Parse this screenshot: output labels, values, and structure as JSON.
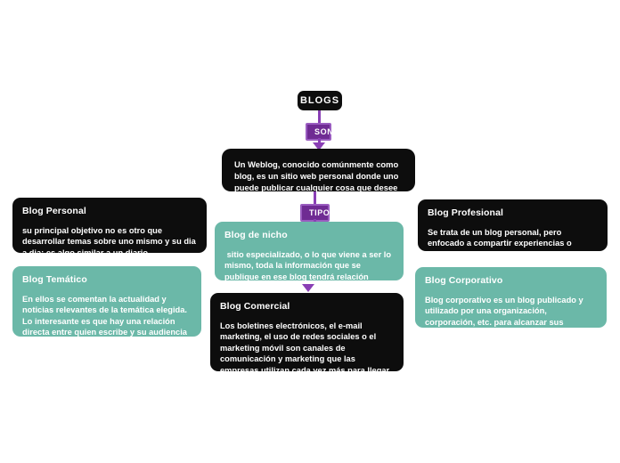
{
  "diagram": {
    "type": "mind-map",
    "root": {
      "label": "BLOGS"
    },
    "connector_labels": {
      "son": "SON",
      "tipos": "TIPOS"
    },
    "definition": {
      "text": "Un Weblog, conocido comúnmente como blog, es un sitio web personal donde uno puede publicar cualquier cosa que desee compartir con otros"
    },
    "nodes": [
      {
        "id": "blog-personal",
        "title": "Blog Personal",
        "body": "su principal objetivo no es otro que desarrollar temas sobre uno mismo y su dia a dia; es algo similar a un diario",
        "style": "dark"
      },
      {
        "id": "blog-tematico",
        "title": "Blog Temático",
        "body": "En ellos se comentan la actualidad y noticias relevantes de la temática elegida. Lo interesante es que hay una relación directa entre quien escribe y su audiencia sin que medie entre ellos el papel del editor",
        "style": "teal"
      },
      {
        "id": "blog-de-nicho",
        "title": "Blog de nicho",
        "body": " sitio especializado, o lo que viene a ser lo mismo, toda la información que se publique en ese blog tendrá relación directa con una temática muy reducida",
        "style": "teal"
      },
      {
        "id": "blog-comercial",
        "title": "Blog Comercial",
        "body": "Los boletines electrónicos, el e-mail marketing, el uso de redes sociales o el marketing móvil son canales de comunicación y marketing que las empresas utilizan cada vez más para llegar a sus clientes y acercarse a ellos.",
        "style": "dark"
      },
      {
        "id": "blog-profesional",
        "title": "Blog Profesional",
        "body": "Se trata de un blog personal, pero enfocado a compartir experiencias o consejos profesionales sobre un ámbito o sector.",
        "style": "dark"
      },
      {
        "id": "blog-corporativo",
        "title": "Blog Corporativo",
        "body": "Blog corporativo es un blog publicado y utilizado por una organización, corporación, etc. para alcanzar sus objetivos organizacionales",
        "style": "teal"
      }
    ],
    "colors": {
      "dark_node": "#0d0d0d",
      "teal_node": "#6bb8a8",
      "connector": "#8a3fb5",
      "badge_fill": "#6f2b93",
      "badge_border": "#9a5cc0",
      "background": "#ffffff"
    }
  }
}
